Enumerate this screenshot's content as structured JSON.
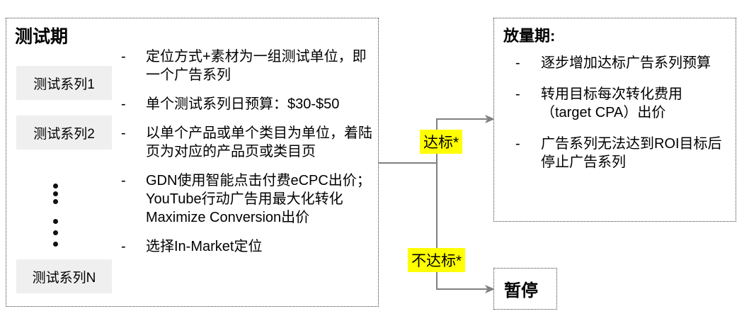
{
  "colors": {
    "highlight_yellow": "#ffff00",
    "series_label_bg": "#efefef",
    "connector_gray": "#808080"
  },
  "test_box": {
    "title": "测试期",
    "series": [
      "测试系列1",
      "测试系列2",
      "测试系列N"
    ],
    "bullet_marker": "-",
    "bullets": [
      "定位方式+素材为一组测试单位，即一个广告系列",
      "单个测试系列日预算：$30-$50",
      "以单个产品或单个类目为单位，着陆页为对应的产品页或类目页",
      "GDN使用智能点击付费eCPC出价；YouTube行动广告用最大化转化Maximize Conversion出价",
      "选择In-Market定位"
    ]
  },
  "branch": {
    "pass_label": "达标*",
    "fail_label": "不达标*"
  },
  "scale_box": {
    "title": "放量期:",
    "bullet_marker": "-",
    "bullets": [
      "逐步增加达标广告系列预算",
      "转用目标每次转化费用（target CPA）出价",
      "广告系列无法达到ROI目标后停止广告系列"
    ]
  },
  "pause_box": {
    "label": "暂停"
  }
}
